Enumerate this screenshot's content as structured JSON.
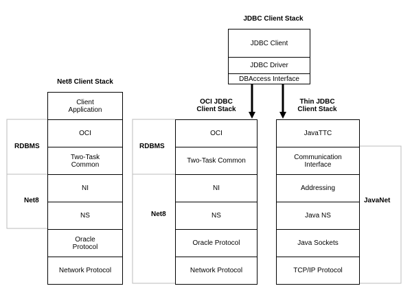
{
  "diagram": {
    "jdbc_stack": {
      "header": "JDBC Client Stack",
      "boxes": [
        "JDBC Client",
        "JDBC Driver",
        "DBAccess Interface"
      ]
    },
    "net8_stack": {
      "header": "Net8 Client Stack",
      "boxes": [
        "Client\nApplication",
        "OCI",
        "Two-Task\nCommon",
        "NI",
        "NS",
        "Oracle\nProtocol",
        "Network Protocol"
      ],
      "labels": {
        "rdbms": "RDBMS",
        "net8": "Net8"
      }
    },
    "oci_stack": {
      "header": "OCI JDBC\nClient Stack",
      "boxes": [
        "OCI",
        "Two-Task Common",
        "NI",
        "NS",
        "Oracle Protocol",
        "Network Protocol"
      ],
      "labels": {
        "rdbms": "RDBMS",
        "net8": "Net8"
      }
    },
    "thin_stack": {
      "header": "Thin JDBC\nClient Stack",
      "boxes": [
        "JavaTTC",
        "Communication\nInterface",
        "Addressing",
        "Java NS",
        "Java Sockets",
        "TCP/IP Protocol"
      ],
      "labels": {
        "javanet": "JavaNet"
      }
    }
  }
}
